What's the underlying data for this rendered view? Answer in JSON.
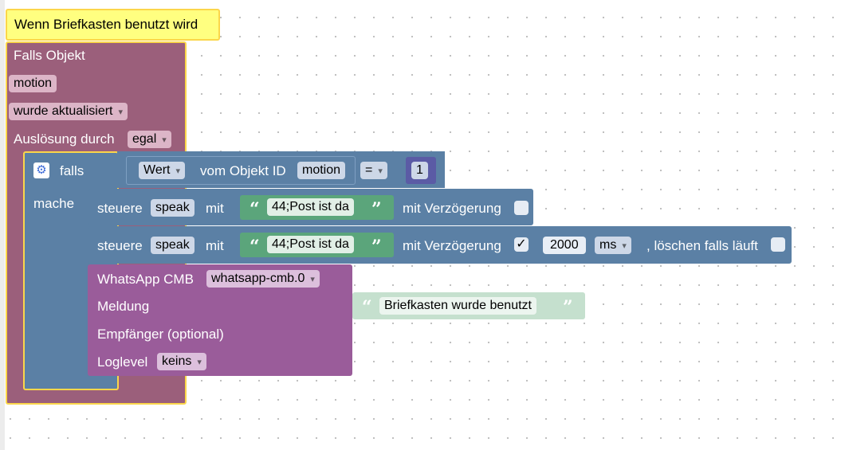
{
  "comment_block": {
    "text": "Wenn Briefkasten benutzt wird"
  },
  "trigger_block": {
    "label": "Falls Objekt",
    "object_id": "motion",
    "event": "wurde aktualisiert",
    "trigger_label": "Auslösung durch",
    "trigger_value": "egal"
  },
  "if_block": {
    "if_label": "falls",
    "do_label": "mache",
    "condition": {
      "attribute": "Wert",
      "from_label": "vom Objekt ID",
      "object_id": "motion",
      "operator": "=",
      "value": "1"
    }
  },
  "control_blocks": [
    {
      "label": "steuere",
      "target": "speak",
      "with_label": "mit",
      "text": "44;Post ist da",
      "delay_label": "mit Verzögerung",
      "delay_checked": ""
    },
    {
      "label": "steuere",
      "target": "speak",
      "with_label": "mit",
      "text": "44;Post ist da",
      "delay_label": "mit Verzögerung",
      "delay_checked": "✓",
      "delay_value": "2000",
      "unit": "ms",
      "clear_label": ", löschen falls läuft",
      "clear_checked": ""
    }
  ],
  "whatsapp_block": {
    "label": "WhatsApp CMB",
    "instance": "whatsapp-cmb.0",
    "message_label": "Meldung",
    "message_text": "Briefkasten wurde benutzt",
    "recipient_label": "Empfänger (optional)",
    "loglevel_label": "Loglevel",
    "loglevel_value": "keins"
  },
  "quotes": {
    "open": "“",
    "close": "”"
  },
  "icons": {
    "if_block_settings": "gear-icon"
  },
  "colors": {
    "trigger": "#9b5f7b",
    "logic": "#5b80a5",
    "text": "#5ba57b",
    "whatsapp": "#9a5c9a",
    "comment": "#ffff80",
    "selection": "#fbd64a"
  }
}
